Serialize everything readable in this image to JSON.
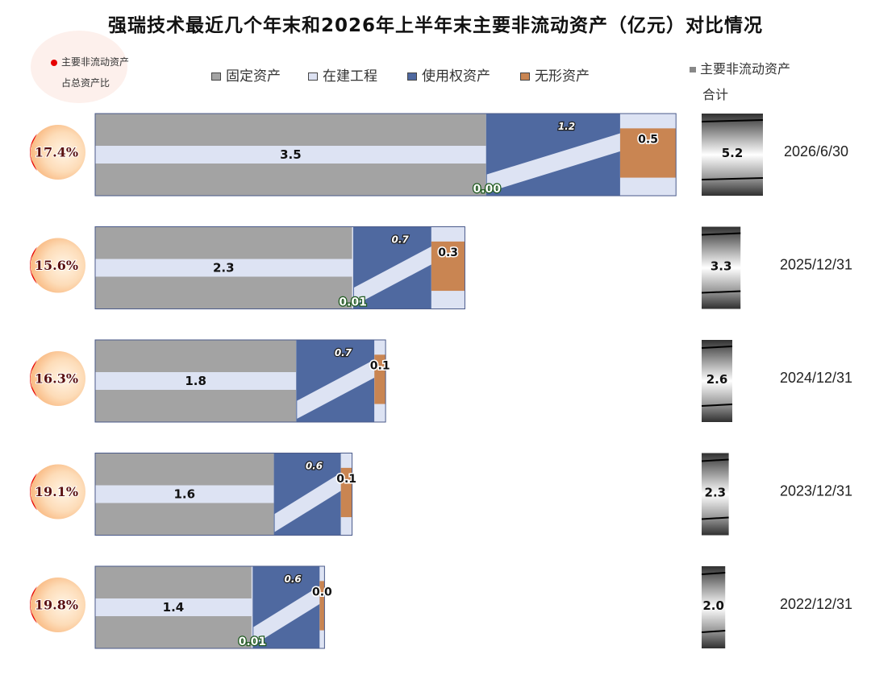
{
  "title": "强瑞技术最近几个年末和2026年上半年末主要非流动资产（亿元）对比情况",
  "legend": {
    "ratio_line1": "主要非流动资产",
    "ratio_line2": "占总资产比",
    "total_line1": "主要非流动资产",
    "total_line2": "合计"
  },
  "colors": {
    "fixed": "#a3a3a3",
    "construction": "#dde2f2",
    "right_of_use": "#4f69a0",
    "intangible": "#c98552",
    "ratio_red": "#e60000",
    "ratio_circle": "#fdd7b0",
    "band": "#dde3f3"
  },
  "chart_data": {
    "type": "bar",
    "orientation": "horizontal",
    "stacked": true,
    "title": "强瑞技术最近几个年末和2026年上半年末主要非流动资产（亿元）对比情况",
    "categories": [
      "2026/6/30",
      "2025/12/31",
      "2024/12/31",
      "2023/12/31",
      "2022/12/31"
    ],
    "series": [
      {
        "name": "固定资产",
        "values": [
          3.5,
          2.3,
          1.8,
          1.6,
          1.4
        ],
        "labels": [
          "3.5",
          "2.3",
          "1.8",
          "1.6",
          "1.4"
        ]
      },
      {
        "name": "在建工程",
        "values": [
          0.0,
          0.01,
          0.0,
          0.0,
          0.01
        ],
        "labels": [
          "0.00",
          "0.01",
          "",
          "",
          "0.01"
        ]
      },
      {
        "name": "使用权资产",
        "values": [
          1.2,
          0.7,
          0.7,
          0.6,
          0.6
        ],
        "labels": [
          "1.2",
          "0.7",
          "0.7",
          "0.6",
          "0.6"
        ]
      },
      {
        "name": "无形资产",
        "values": [
          0.5,
          0.3,
          0.1,
          0.1,
          0.0
        ],
        "labels": [
          "0.5",
          "0.3",
          "0.1",
          "0.1",
          "0.0"
        ]
      }
    ],
    "totals": {
      "name": "主要非流动资产合计",
      "values": [
        5.2,
        3.3,
        2.6,
        2.3,
        2.0
      ],
      "labels": [
        "5.2",
        "3.3",
        "2.6",
        "2.3",
        "2.0"
      ]
    },
    "ratios": {
      "name": "主要非流动资产占总资产比",
      "values": [
        17.4,
        15.6,
        16.3,
        19.1,
        19.8
      ],
      "labels": [
        "17.4%",
        "15.6%",
        "16.3%",
        "19.1%",
        "19.8%"
      ]
    },
    "legend": "top",
    "grid": false
  }
}
